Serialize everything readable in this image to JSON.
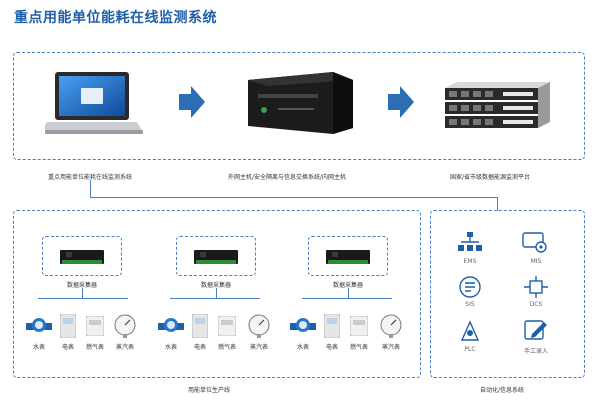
{
  "title": "重点用能单位能耗在线监测系统",
  "top_captions": {
    "left": "重点用能单位能耗在线监测系统",
    "middle": "外网主机/安全隔离与信息交换系统/内网主机",
    "right": "国家/省市级数据能源监测平台"
  },
  "collectors": [
    {
      "label": "数据采集器",
      "meters": [
        "水表",
        "电表",
        "燃气表",
        "蒸汽表"
      ]
    },
    {
      "label": "数据采集器",
      "meters": [
        "水表",
        "电表",
        "燃气表",
        "蒸汽表"
      ]
    },
    {
      "label": "数据采集器",
      "meters": [
        "水表",
        "电表",
        "燃气表",
        "蒸汽表"
      ]
    }
  ],
  "production_line_label": "用能单位生产线",
  "automation": {
    "label": "自动化/信息系统",
    "items": [
      "EMS",
      "MIS",
      "SIS",
      "DCS",
      "PLC",
      "手工录入"
    ]
  },
  "colors": {
    "accent": "#1f5fa8",
    "dash": "#4c7fc0",
    "arrow": "#2d6db5"
  }
}
